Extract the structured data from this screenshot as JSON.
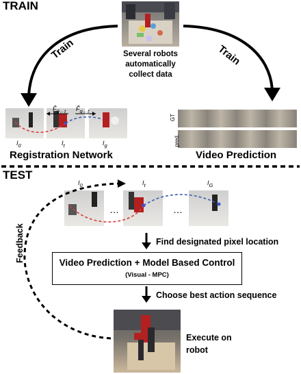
{
  "train": {
    "title": "TRAIN",
    "center_text": [
      "Several robots",
      "automatically",
      "collect data"
    ],
    "left_arrow_label": "Train",
    "right_arrow_label": "Train",
    "registration": {
      "label": "Registration Network",
      "frame_labels": [
        "I",
        "I",
        "I"
      ],
      "frame_subscripts": [
        "0",
        "t",
        "g"
      ],
      "flow_labels": [
        "F̂",
        "F̂"
      ],
      "flow_subscripts": [
        "0←t",
        "g←t"
      ]
    },
    "video_prediction": {
      "label": "Video Prediction",
      "row_labels": [
        "GT",
        "pred."
      ]
    }
  },
  "test": {
    "title": "TEST",
    "frame_labels": [
      "I",
      "I",
      "I"
    ],
    "frame_subscripts": [
      "0",
      "t",
      "G"
    ],
    "ellipsis": [
      "…",
      "…"
    ],
    "step1": "Find designated pixel location",
    "box_title": "Video Prediction + Model Based Control",
    "box_subtitle": "(Visual - MPC)",
    "step2": "Choose best action sequence",
    "execute": [
      "Execute on",
      "robot"
    ],
    "feedback": "Feedback"
  },
  "colors": {
    "red_path": "#d83a3a",
    "blue_path": "#3a5fb0",
    "marker_blue": "#3454d1",
    "robot_red": "#b22020"
  }
}
